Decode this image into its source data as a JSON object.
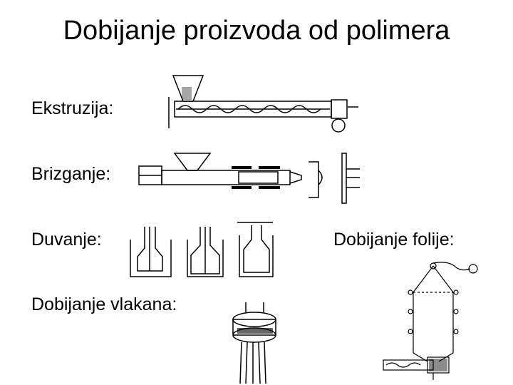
{
  "slide": {
    "title": "Dobijanje proizvoda od polimera",
    "sections": {
      "extrusion": {
        "label": "Ekstruzija:"
      },
      "injection": {
        "label": "Brizganje:"
      },
      "blowing": {
        "label": "Duvanje:"
      },
      "film": {
        "label": "Dobijanje folije:"
      },
      "fiber": {
        "label": "Dobijanje vlakana:"
      }
    }
  }
}
